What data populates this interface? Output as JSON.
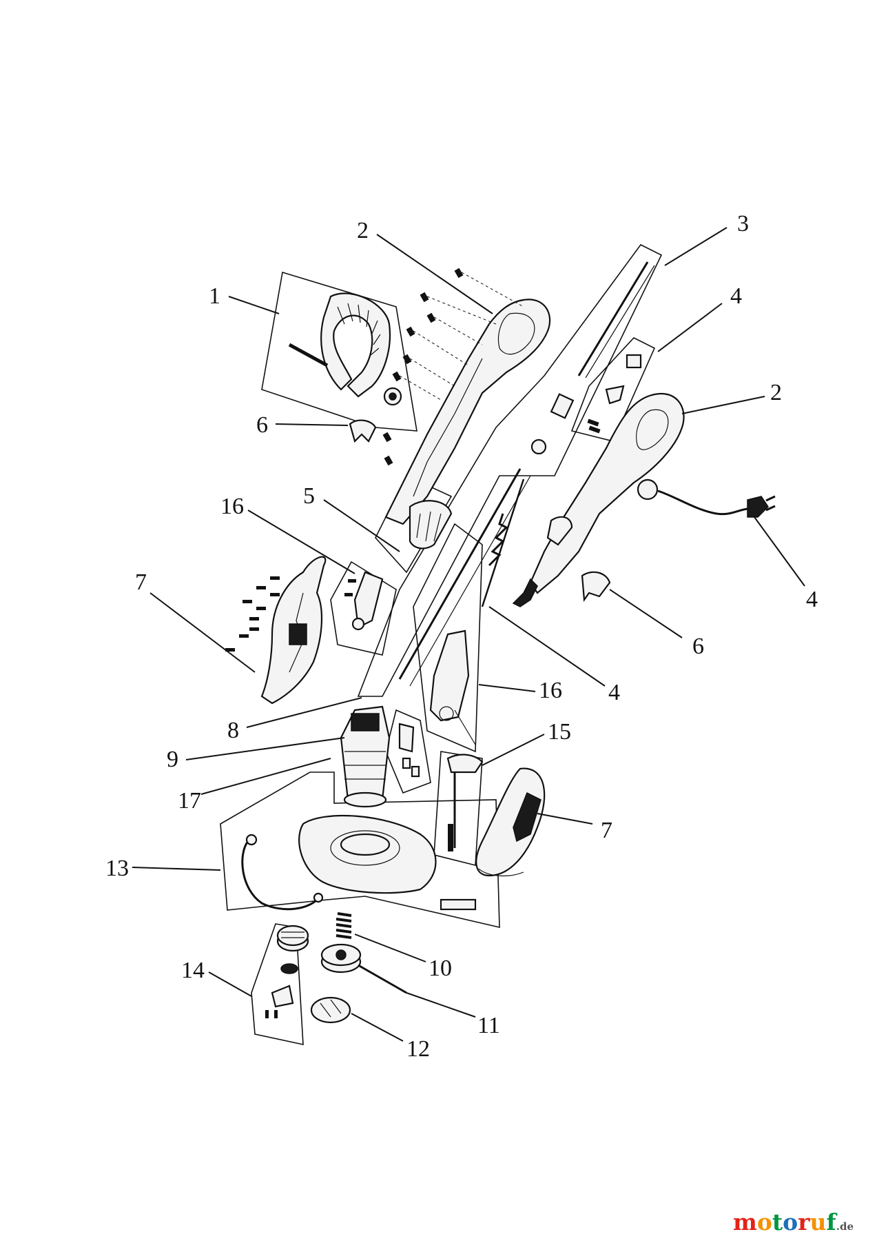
{
  "callouts": [
    {
      "key": "c1",
      "text": "1"
    },
    {
      "key": "c2a",
      "text": "2"
    },
    {
      "key": "c2b",
      "text": "2"
    },
    {
      "key": "c3",
      "text": "3"
    },
    {
      "key": "c4a",
      "text": "4"
    },
    {
      "key": "c4b",
      "text": "4"
    },
    {
      "key": "c4c",
      "text": "4"
    },
    {
      "key": "c5",
      "text": "5"
    },
    {
      "key": "c6a",
      "text": "6"
    },
    {
      "key": "c6b",
      "text": "6"
    },
    {
      "key": "c7a",
      "text": "7"
    },
    {
      "key": "c7b",
      "text": "7"
    },
    {
      "key": "c8",
      "text": "8"
    },
    {
      "key": "c9",
      "text": "9"
    },
    {
      "key": "c10",
      "text": "10"
    },
    {
      "key": "c11",
      "text": "11"
    },
    {
      "key": "c12",
      "text": "12"
    },
    {
      "key": "c13",
      "text": "13"
    },
    {
      "key": "c14",
      "text": "14"
    },
    {
      "key": "c15",
      "text": "15"
    },
    {
      "key": "c16a",
      "text": "16"
    },
    {
      "key": "c16b",
      "text": "16"
    },
    {
      "key": "c17",
      "text": "17"
    }
  ],
  "watermark": {
    "letters": [
      {
        "ch": "m",
        "color": "#e2231a"
      },
      {
        "ch": "o",
        "color": "#f39200"
      },
      {
        "ch": "t",
        "color": "#009640"
      },
      {
        "ch": "o",
        "color": "#1d71b8"
      },
      {
        "ch": "r",
        "color": "#e2231a"
      },
      {
        "ch": "u",
        "color": "#f39200"
      },
      {
        "ch": "f",
        "color": "#009640"
      }
    ],
    "tld": ".de"
  }
}
